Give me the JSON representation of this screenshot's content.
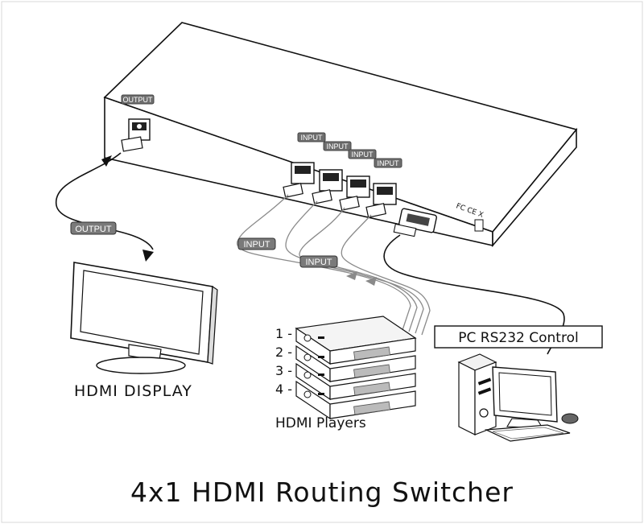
{
  "diagram": {
    "title": "4x1 HDMI Routing Switcher",
    "switcher": {
      "output_port_label": "OUTPUT",
      "input_port_labels": [
        "INPUT",
        "INPUT",
        "INPUT",
        "INPUT"
      ]
    },
    "cable_labels": {
      "output": "OUTPUT",
      "input_a": "INPUT",
      "input_b": "INPUT"
    },
    "display_label": "HDMI DISPLAY",
    "players": {
      "label": "HDMI Players",
      "numbers": [
        "1 -",
        "2 -",
        "3 -",
        "4 -"
      ]
    },
    "pc_label": "PC  RS232  Control"
  }
}
